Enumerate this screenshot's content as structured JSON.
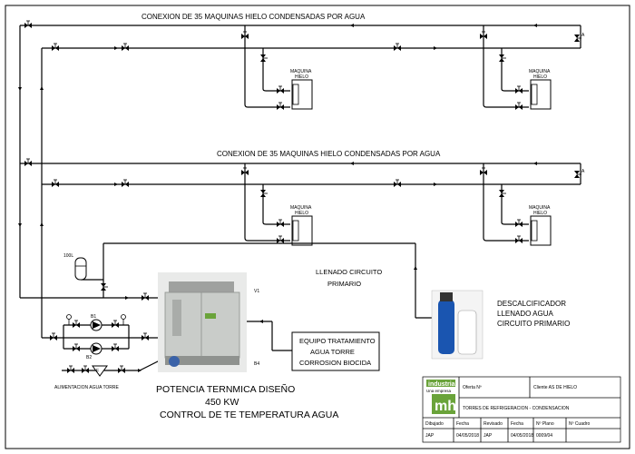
{
  "header_top": "CONEXION DE 35 MAQUINAS HIELO CONDENSADAS POR AGUA",
  "header_mid": "CONEXION DE 35 MAQUINAS HIELO CONDENSADAS POR AGUA",
  "machine_label_1": "MAQUINA",
  "machine_label_2": "HIELO",
  "tank_label": "100L",
  "fill_circuit": [
    "LLENADO CIRCUITO",
    "PRIMARIO"
  ],
  "valve_v1": "V1",
  "valve_b4": "B4",
  "pump_b1": "B1",
  "pump_b2": "B2",
  "filter_f": "F",
  "letter_a": "A",
  "softener": [
    "DESCALCIFICADOR",
    "LLENADO AGUA",
    "CIRCUITO PRIMARIO"
  ],
  "treatment": [
    "EQUIPO TRATAMIENTO",
    "AGUA TORRE",
    "CORROSION    BIOCIDA"
  ],
  "feed_label": "ALIMENTACION AGUA TORRE",
  "power": [
    "POTENCIA TERNMICA DISEÑO",
    "450 KW",
    "CONTROL DE TE TEMPERATURA AGUA"
  ],
  "title_block": {
    "logo_text": "mh",
    "logo_sub": "industrial",
    "logo_caption": "Una empresa",
    "oferta": "Oferta Nº",
    "cliente": "Cliente   AS DE HIELO",
    "descripcion": "TORRES DE REFRIGERACION - CONDENSACION",
    "headers": [
      "Dibujado",
      "Fecha",
      "Revisado",
      "Fecha",
      "Nº Plano",
      "Nº Cuadro"
    ],
    "values": [
      "JAP",
      "04/05/2018",
      "JAP",
      "04/05/2018",
      "0009/04",
      ""
    ]
  },
  "colors": {
    "line": "#000000",
    "tower_body": "#c9ccc9",
    "softener_blue": "#1a55b0",
    "logo_green": "#6aa33a"
  }
}
